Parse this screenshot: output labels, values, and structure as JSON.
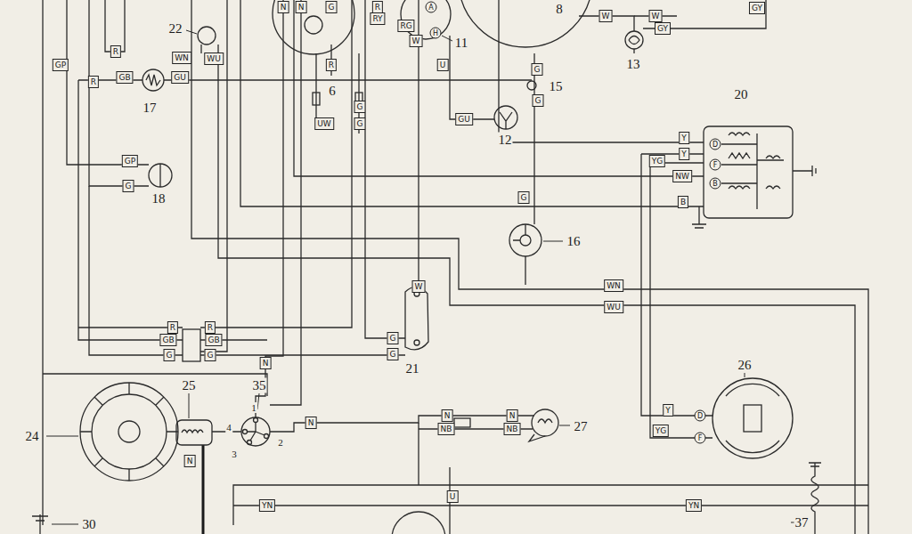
{
  "diagram": {
    "labels": [
      "R",
      "GP",
      "R",
      "22",
      "WN",
      "WU",
      "N",
      "N",
      "G",
      "R",
      "RY",
      "RG",
      "A",
      "W",
      "H",
      "11",
      "8",
      "W",
      "W",
      "GY",
      "GY",
      "13",
      "R",
      "6",
      "U",
      "GB",
      "GU",
      "17",
      "G",
      "15",
      "G",
      "20",
      "UW",
      "G",
      "G",
      "GU",
      "12",
      "Y",
      "D",
      "Y",
      "YG",
      "F",
      "GP",
      "NW",
      "B",
      "G",
      "18",
      "G",
      "B",
      "16",
      "W",
      "WN",
      "WU",
      "R",
      "R",
      "GB",
      "GB",
      "G",
      "G",
      "G",
      "G",
      "N",
      "21",
      "25",
      "35",
      "26",
      "1",
      "Y",
      "D",
      "N",
      "N",
      "N",
      "4",
      "27",
      "NB",
      "NB",
      "YG",
      "F",
      "24",
      "2",
      "3",
      "N",
      "U",
      "YN",
      "YN",
      "30",
      "37"
    ]
  }
}
